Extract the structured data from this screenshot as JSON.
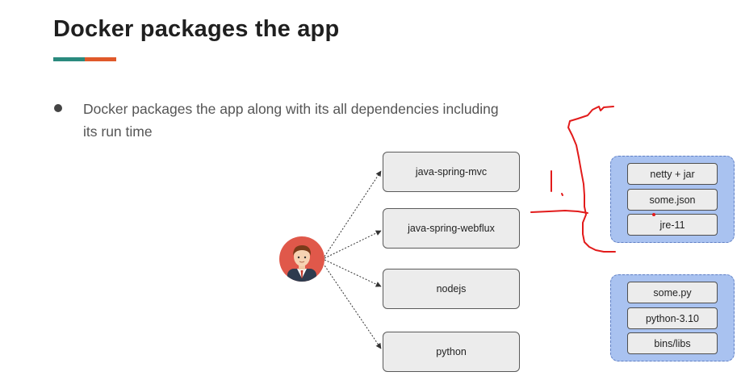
{
  "slide": {
    "title": "Docker packages the app",
    "accent_colors": [
      "#2a8a7e",
      "#e0592a"
    ],
    "bullet": {
      "line1": "Docker packages the app along with its all dependencies including",
      "line2": "its run time"
    }
  },
  "diagram": {
    "avatar": "person-avatar-icon",
    "choices": [
      {
        "label": "java-spring-mvc"
      },
      {
        "label": "java-spring-webflux"
      },
      {
        "label": "nodejs"
      },
      {
        "label": "python"
      }
    ],
    "stacks": [
      {
        "items": [
          "netty + jar",
          "some.json",
          "jre-11"
        ]
      },
      {
        "items": [
          "some.py",
          "python-3.10",
          "bins/libs"
        ]
      }
    ]
  },
  "colors": {
    "stack_fill": "#a9c2f0",
    "stack_border": "#5f7fc4",
    "box_fill": "#ececec",
    "annotation": "#e21b1b"
  }
}
